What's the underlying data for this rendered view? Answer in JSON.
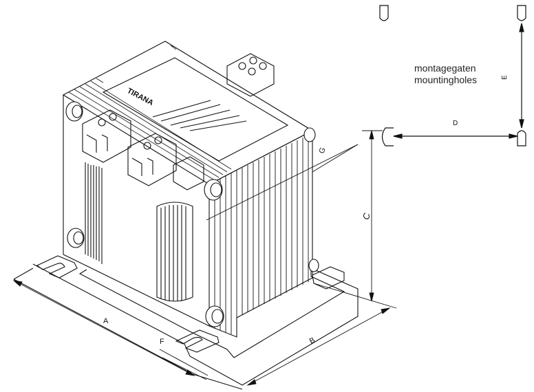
{
  "caption": {
    "line1": "montagegaten",
    "line2": "mountingholes"
  },
  "brand_mark": "TIRANA",
  "dimension_labels": {
    "A": "A",
    "B": "B",
    "C": "C",
    "D": "D",
    "E": "E",
    "F": "F",
    "G": "G"
  },
  "colors": {
    "line": "#111111",
    "background": "#ffffff"
  }
}
